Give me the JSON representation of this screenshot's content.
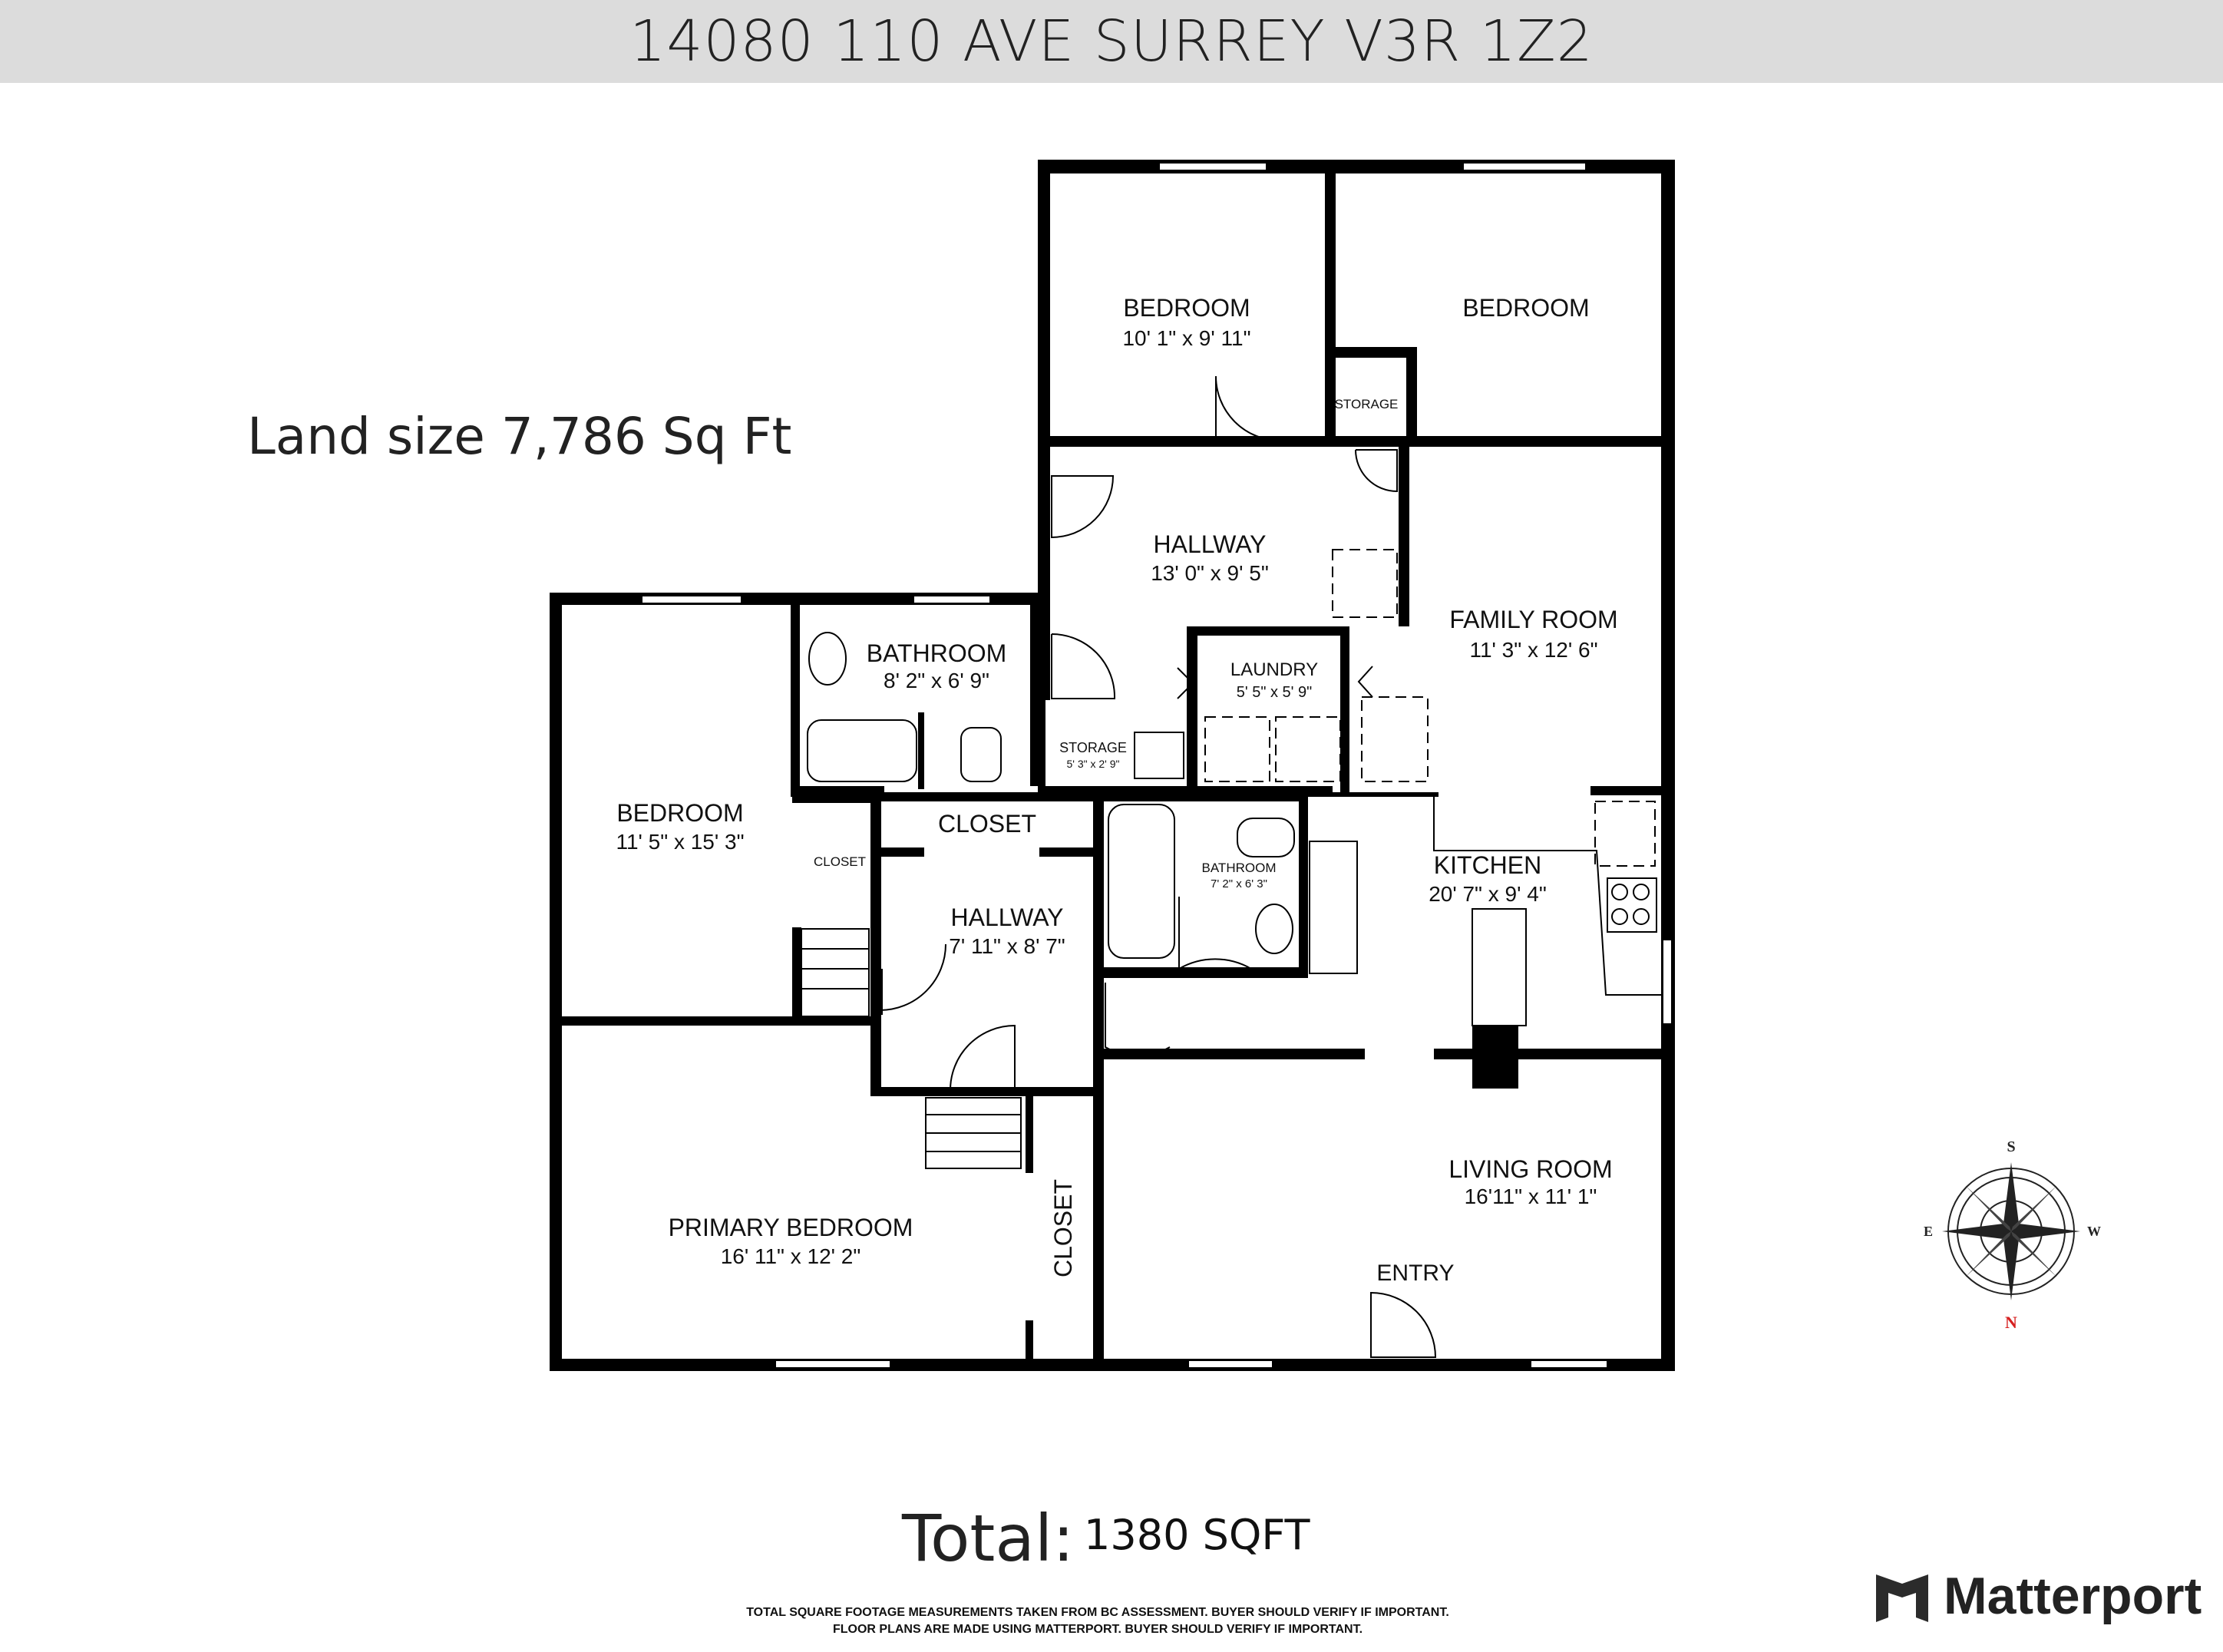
{
  "header": {
    "address": "14080 110 AVE SURREY V3R 1Z2"
  },
  "land_size": "Land size 7,786 Sq Ft",
  "total": {
    "label": "Total:",
    "value": "1380 SQFT"
  },
  "disclaimer": {
    "line1": "TOTAL SQUARE FOOTAGE MEASUREMENTS TAKEN FROM BC ASSESSMENT. BUYER SHOULD VERIFY IF IMPORTANT.",
    "line2": "FLOOR PLANS ARE MADE USING MATTERPORT. BUYER SHOULD VERIFY IF IMPORTANT."
  },
  "brand": {
    "name": "Matterport"
  },
  "compass": {
    "top": "S",
    "bottom": "N",
    "left": "E",
    "right": "W",
    "north_color": "#d62020"
  },
  "rooms": {
    "bedroom_top_left": {
      "name": "BEDROOM",
      "dims": "10' 1\" x 9' 11\""
    },
    "bedroom_top_right": {
      "name": "BEDROOM"
    },
    "storage_top": {
      "name": "STORAGE"
    },
    "hallway_top": {
      "name": "HALLWAY",
      "dims": "13' 0\" x 9' 5\""
    },
    "family_room": {
      "name": "FAMILY ROOM",
      "dims": "11' 3\" x 12' 6\""
    },
    "bathroom_main": {
      "name": "BATHROOM",
      "dims": "8' 2\" x 6' 9\""
    },
    "laundry": {
      "name": "LAUNDRY",
      "dims": "5' 5\" x 5' 9\""
    },
    "storage_small": {
      "name": "STORAGE",
      "dims": "5' 3\" x 2' 9\""
    },
    "bedroom_left": {
      "name": "BEDROOM",
      "dims": "11' 5\" x 15' 3\""
    },
    "closet_small": {
      "name": "CLOSET"
    },
    "closet_hall": {
      "name": "CLOSET"
    },
    "hallway_mid": {
      "name": "HALLWAY",
      "dims": "7' 11\" x 8' 7\""
    },
    "bathroom_small": {
      "name": "BATHROOM",
      "dims": "7' 2\" x 6' 3\""
    },
    "kitchen": {
      "name": "KITCHEN",
      "dims": "20' 7\" x 9' 4\""
    },
    "primary_bedroom": {
      "name": "PRIMARY BEDROOM",
      "dims": "16' 11\" x 12' 2\""
    },
    "closet_vertical": {
      "name": "CLOSET"
    },
    "living_room": {
      "name": "LIVING ROOM",
      "dims": "16'11\" x 11' 1\""
    },
    "entry": {
      "name": "ENTRY"
    }
  }
}
